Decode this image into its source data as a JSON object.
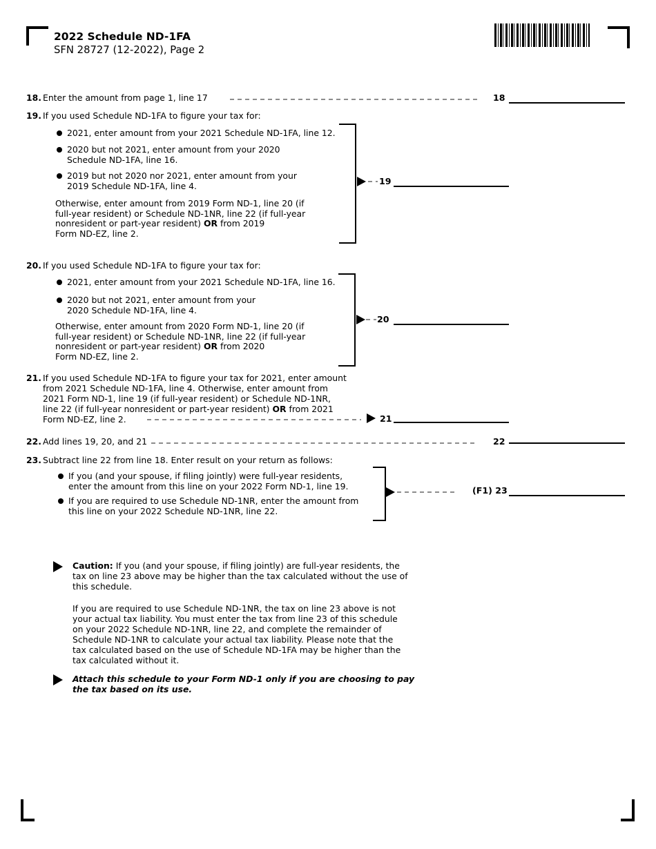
{
  "header": {
    "title": "2022 Schedule ND-1FA",
    "subtitle": "SFN 28727 (12-2022), Page 2"
  },
  "line18": {
    "number": "18.",
    "text": "Enter the amount from page 1, line 17",
    "entry_label": "18"
  },
  "line19": {
    "number": "19.",
    "intro": "If you used Schedule ND-1FA to figure your tax for:",
    "bullets": [
      "2021, enter amount from your 2021 Schedule ND-1FA, line 12.",
      "2020 but not 2021, enter amount from your 2020\nSchedule ND-1FA, line 16.",
      "2019 but not 2020 nor 2021, enter amount from your\n2019 Schedule ND-1FA, line 4."
    ],
    "otherwise_pre": "Otherwise, enter amount from 2019 Form ND-1, line 20 (if\nfull-year resident) or Schedule ND-1NR, line 22 (if full-year\nnonresident or part-year resident) ",
    "otherwise_bold": "OR",
    "otherwise_post": " from 2019\nForm ND-EZ, line 2.",
    "entry_label": "19"
  },
  "line20": {
    "number": "20.",
    "intro": "If you used Schedule ND-1FA to figure your tax for:",
    "bullets": [
      "2021, enter amount from your 2021 Schedule ND-1FA, line 16.",
      "2020 but not 2021, enter amount from your\n2020 Schedule ND-1FA, line 4."
    ],
    "otherwise_pre": "Otherwise, enter amount from 2020 Form ND-1, line 20 (if\nfull-year resident) or Schedule ND-1NR, line 22 (if full-year\nnonresident or part-year resident) ",
    "otherwise_bold": "OR",
    "otherwise_post": " from 2020\nForm ND-EZ, line 2.",
    "entry_label": "20"
  },
  "line21": {
    "number": "21.",
    "text_pre": "If you used Schedule ND-1FA to figure your tax for 2021, enter amount\nfrom 2021 Schedule ND-1FA, line 4. Otherwise, enter amount from\n2021 Form ND-1, line 19 (if full-year resident) or Schedule ND-1NR,\nline 22 (if full-year nonresident or part-year resident) ",
    "text_bold": "OR",
    "text_post": " from 2021\nForm ND-EZ, line 2.",
    "entry_label": "21"
  },
  "line22": {
    "number": "22.",
    "text": "Add lines 19, 20, and 21",
    "entry_label": "22"
  },
  "line23": {
    "number": "23.",
    "intro": "Subtract line 22 from line 18. Enter result on your return as follows:",
    "bullets": [
      "If you (and your spouse, if filing jointly) were full-year residents,\nenter the amount from this line on your 2022 Form ND-1, line 19.",
      "If you are required to use Schedule ND-1NR, enter the amount from\nthis line on your 2022 Schedule ND-1NR, line 22."
    ],
    "entry_label": "(F1) 23"
  },
  "notes": {
    "caution_bold": "Caution:",
    "caution_text": " If you (and your spouse, if filing jointly) are full-year residents, the\ntax on line 23 above may be higher than the tax calculated without the use of\nthis schedule.",
    "nd1nr_text": "If you are required to use Schedule ND-1NR, the tax on line 23 above is not\nyour actual tax liability. You must enter the tax from line 23 of this schedule\non your 2022 Schedule ND-1NR, line 22, and complete the remainder of\nSchedule ND-1NR to calculate your actual tax liability. Please note that the\ntax calculated based on the use of Schedule ND-1FA may be higher than the\ntax calculated without it.",
    "attach_text": "Attach this schedule to your Form ND-1 only if you are choosing to pay\nthe tax based on its use."
  }
}
